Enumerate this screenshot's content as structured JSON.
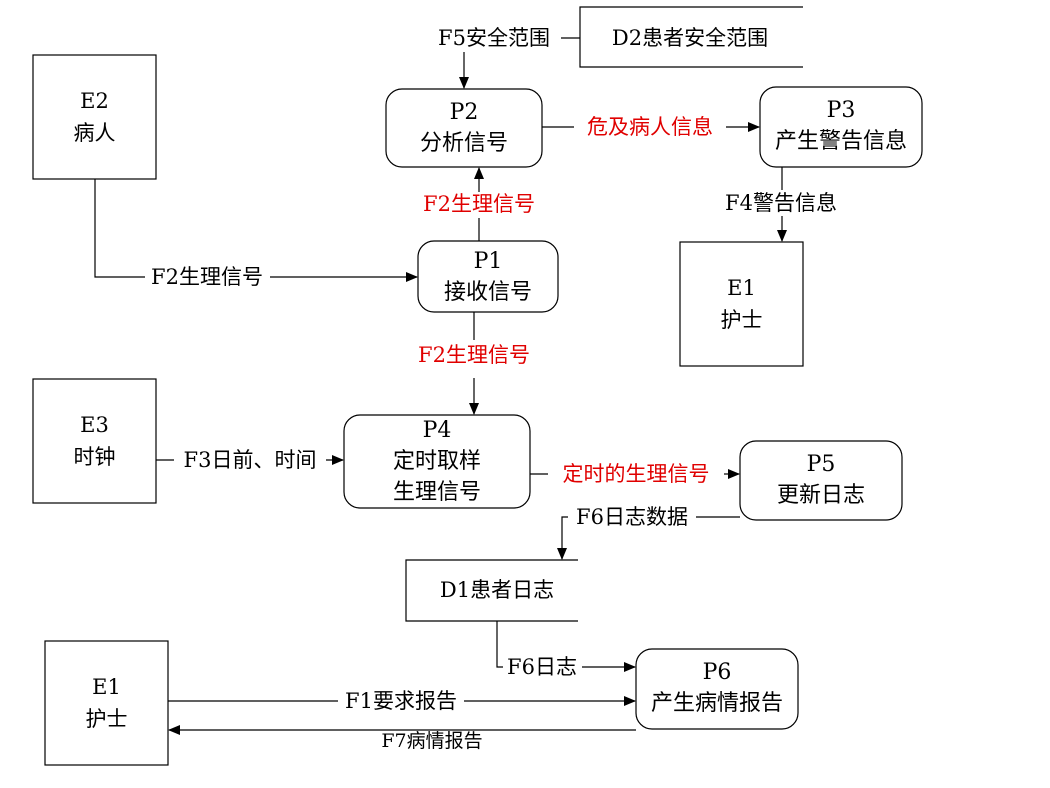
{
  "entities": {
    "e2": {
      "id": "E2",
      "name": "病人"
    },
    "e1_top": {
      "id": "E1",
      "name": "护士"
    },
    "e3": {
      "id": "E3",
      "name": "时钟"
    },
    "e1_bottom": {
      "id": "E1",
      "name": "护士"
    }
  },
  "processes": {
    "p1": {
      "id": "P1",
      "name": "接收信号"
    },
    "p2": {
      "id": "P2",
      "name": "分析信号"
    },
    "p3": {
      "id": "P3",
      "name": "产生警告信息"
    },
    "p4": {
      "id": "P4",
      "name_line1": "定时取样",
      "name_line2": "生理信号"
    },
    "p5": {
      "id": "P5",
      "name": "更新日志"
    },
    "p6": {
      "id": "P6",
      "name": "产生病情报告"
    }
  },
  "stores": {
    "d2": {
      "label": "D2患者安全范围"
    },
    "d1": {
      "label": "D1患者日志"
    }
  },
  "flows": {
    "f5": "F5安全范围",
    "f2_e2_p1": "F2生理信号",
    "f2_p1_p2": "F2生理信号",
    "f2_p1_p4": "F2生理信号",
    "danger": "危及病人信息",
    "f4": "F4警告信息",
    "f3": "F3日前、时间",
    "timed": "定时的生理信号",
    "f6_data": "F6日志数据",
    "f6_log": "F6日志",
    "f1": "F1要求报告",
    "f7": "F7病情报告"
  },
  "colors": {
    "highlight_flow": "#e00000",
    "line": "#000000"
  }
}
